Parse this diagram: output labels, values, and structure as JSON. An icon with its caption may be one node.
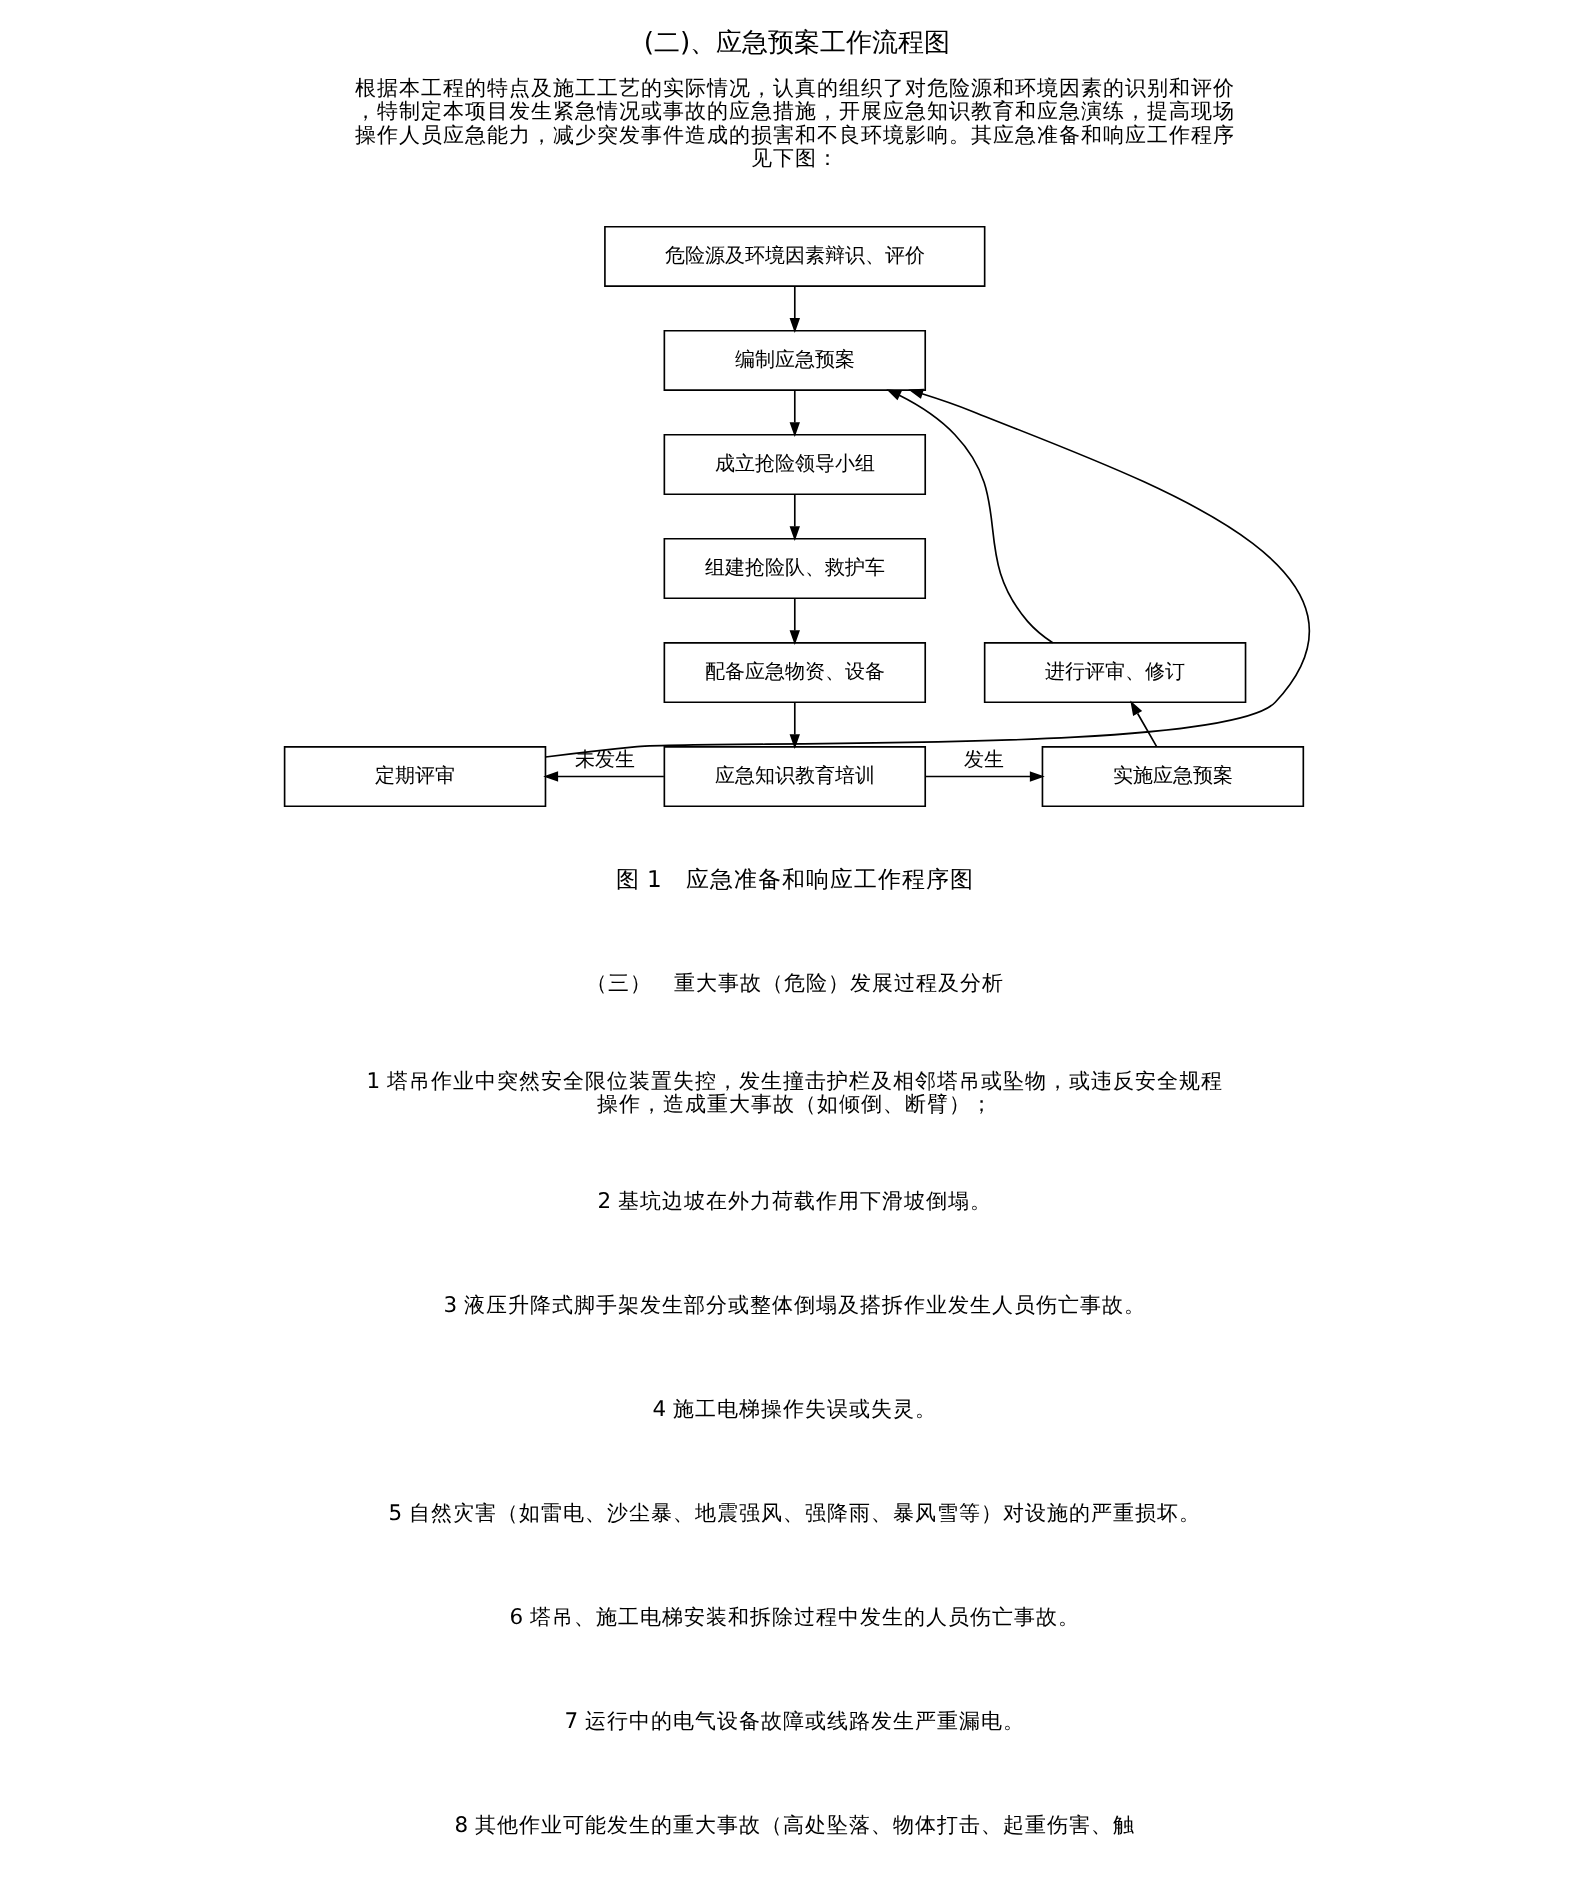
{
  "diagram": {
    "title": "(二)、应急预案工作流程图",
    "caption": "图 1　应急准备和响应工作程序图",
    "nodes": [
      {
        "text": [
          "危险源及环境因素辩识、评价"
        ]
      },
      {
        "text": [
          "编制应急预案"
        ]
      },
      {
        "text": [
          "成立抢险领导小组"
        ]
      },
      {
        "text": [
          "组建抢险队、救护车"
        ]
      },
      {
        "text": [
          "进行评审、修订"
        ]
      },
      {
        "text": [
          "配备应急物资、设备"
        ]
      },
      {
        "text": [
          "定期评审"
        ]
      },
      {
        "text": [
          "应急知识教育培训"
        ]
      },
      {
        "text": [
          "实施应急预案"
        ]
      }
    ],
    "edges": [
      {
        "from": 0,
        "to": 1,
        "arrow": "to"
      },
      {
        "from": 1,
        "to": 2,
        "arrow": "to"
      },
      {
        "from": 2,
        "to": 3,
        "arrow": "to"
      },
      {
        "from": 3,
        "to": 5,
        "arrow": "to"
      },
      {
        "from": 5,
        "to": 7,
        "arrow": "to"
      },
      {
        "from": 7,
        "to": 6,
        "arrow": "to",
        "label": "未发生"
      },
      {
        "from": 7,
        "to": 8,
        "arrow": "to",
        "label": "发生"
      },
      {
        "from": 8,
        "to": 4,
        "arrow": "to"
      },
      {
        "from": 4,
        "to": 1,
        "arrow": "to"
      },
      {
        "from": 6,
        "to": 1,
        "arrow": "to"
      }
    ],
    "labels": [
      "根据本工程的特点及施工工艺的实际情况，认真的组织了对危险源和环境因素的识别和评价，特制定本项目发生紧急情况或事故的应急措施，开展应急知识教育和应急演练，提高现场操作人员应急能力，减少突发事件造成的损害和不良环境影响。其应急准备和响应工作程序见下图：",
      "（三）　重大事故（危险）发展过程及分析",
      "1 塔吊作业中突然安全限位装置失控，发生撞击护栏及相邻塔吊或坠物，或违反安全规程操作，造成重大事故（如倾倒、断臂）；",
      "2 基坑边坡在外力荷载作用下滑坡倒塌。",
      "3 液压升降式脚手架发生部分或整体倒塌及搭拆作业发生人员伤亡事故。",
      "4 施工电梯操作失误或失灵。",
      "5 自然灾害（如雷电、沙尘暴、地震强风、强降雨、暴风雪等）对设施的严重损坏。",
      "6 塔吊、施工电梯安装和拆除过程中发生的人员伤亡事故。",
      "7 运行中的电气设备故障或线路发生严重漏电。",
      "8 其他作业可能发生的重大事故（高处坠落、物体打击、起重伤害、触"
    ]
  }
}
